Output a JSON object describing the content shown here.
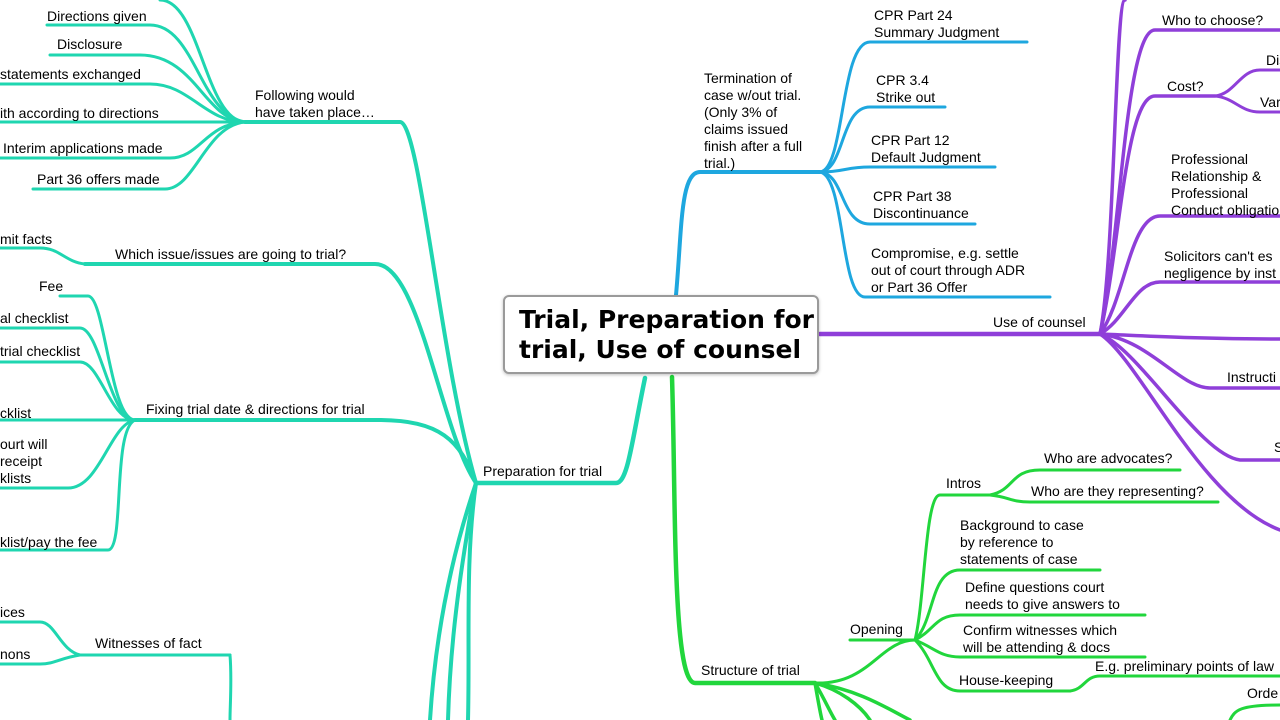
{
  "central_topic": "Trial, Preparation for\ntrial, Use of counsel",
  "colors": {
    "preparation": "#1fd6b0",
    "termination": "#1ea7df",
    "counsel": "#8f3fd9",
    "structure": "#21d63c",
    "root_border": "#9a9a9a"
  },
  "preparation": {
    "label": "Preparation for trial",
    "following": {
      "label": "Following would\nhave taken place…",
      "items": [
        "Directions given",
        "Disclosure",
        "statements exchanged",
        "ith according to directions",
        "Interim applications made",
        "Part 36 offers made"
      ]
    },
    "issues": {
      "label": "Which issue/issues are going to trial?",
      "item": "mit facts"
    },
    "fixing": {
      "label": "Fixing trial date & directions for trial",
      "items": [
        "Fee",
        "al checklist",
        "trial checklist",
        "cklist",
        "ourt will\nreceipt\nklists",
        "klist/pay the fee"
      ]
    },
    "witnesses": {
      "label": "Witnesses of fact",
      "items": [
        "ices",
        "nons"
      ]
    }
  },
  "termination": {
    "label": "Termination of\ncase w/out trial.\n(Only 3% of\nclaims issued\nfinish after a full\ntrial.)",
    "items": [
      "CPR Part 24\nSummary Judgment",
      "CPR 3.4\nStrike out",
      "CPR Part 12\nDefault Judgment",
      "CPR Part 38\nDiscontinuance",
      "Compromise, e.g. settle\nout of court through ADR\nor Part 36 Offer"
    ]
  },
  "counsel": {
    "label": "Use of counsel",
    "who": "Who to choose?",
    "cost": {
      "label": "Cost?",
      "items": [
        "Dis",
        "Var"
      ]
    },
    "items": [
      "Professional\nRelationship &\nProfessional\nConduct obligatio",
      "Solicitors can't es\nnegligence by inst",
      "Instructi",
      "S"
    ]
  },
  "structure": {
    "label": "Structure of trial",
    "intros": {
      "label": "Intros",
      "items": [
        "Who are advocates?",
        "Who are they representing?"
      ]
    },
    "opening": {
      "label": "Opening",
      "items": [
        "Background to case\nby reference to\nstatements of case",
        "Define questions court\nneeds to give answers to",
        "Confirm witnesses which\nwill be attending & docs"
      ]
    },
    "housekeeping": {
      "label": "House-keeping",
      "item": "E.g. preliminary points of law"
    },
    "order": "Orde"
  }
}
